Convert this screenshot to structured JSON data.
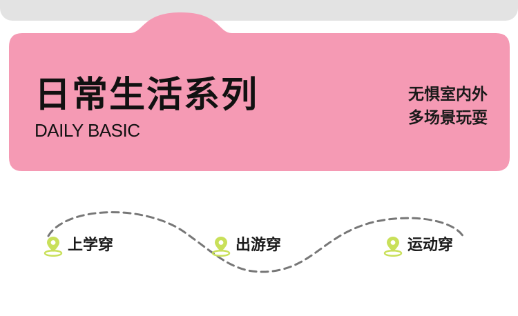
{
  "banner": {
    "title": "日常生活系列",
    "subtitle": "DAILY BASIC",
    "tagline": [
      "无惧室内外",
      "多场景玩耍"
    ],
    "color": "#f59ab4"
  },
  "scenes": {
    "items": [
      {
        "label": "上学穿",
        "icon": "location-pin-icon"
      },
      {
        "label": "出游穿",
        "icon": "location-pin-icon"
      },
      {
        "label": "运动穿",
        "icon": "location-pin-icon"
      }
    ],
    "pin_color": "#c9e05a",
    "path_color": "#777777"
  }
}
